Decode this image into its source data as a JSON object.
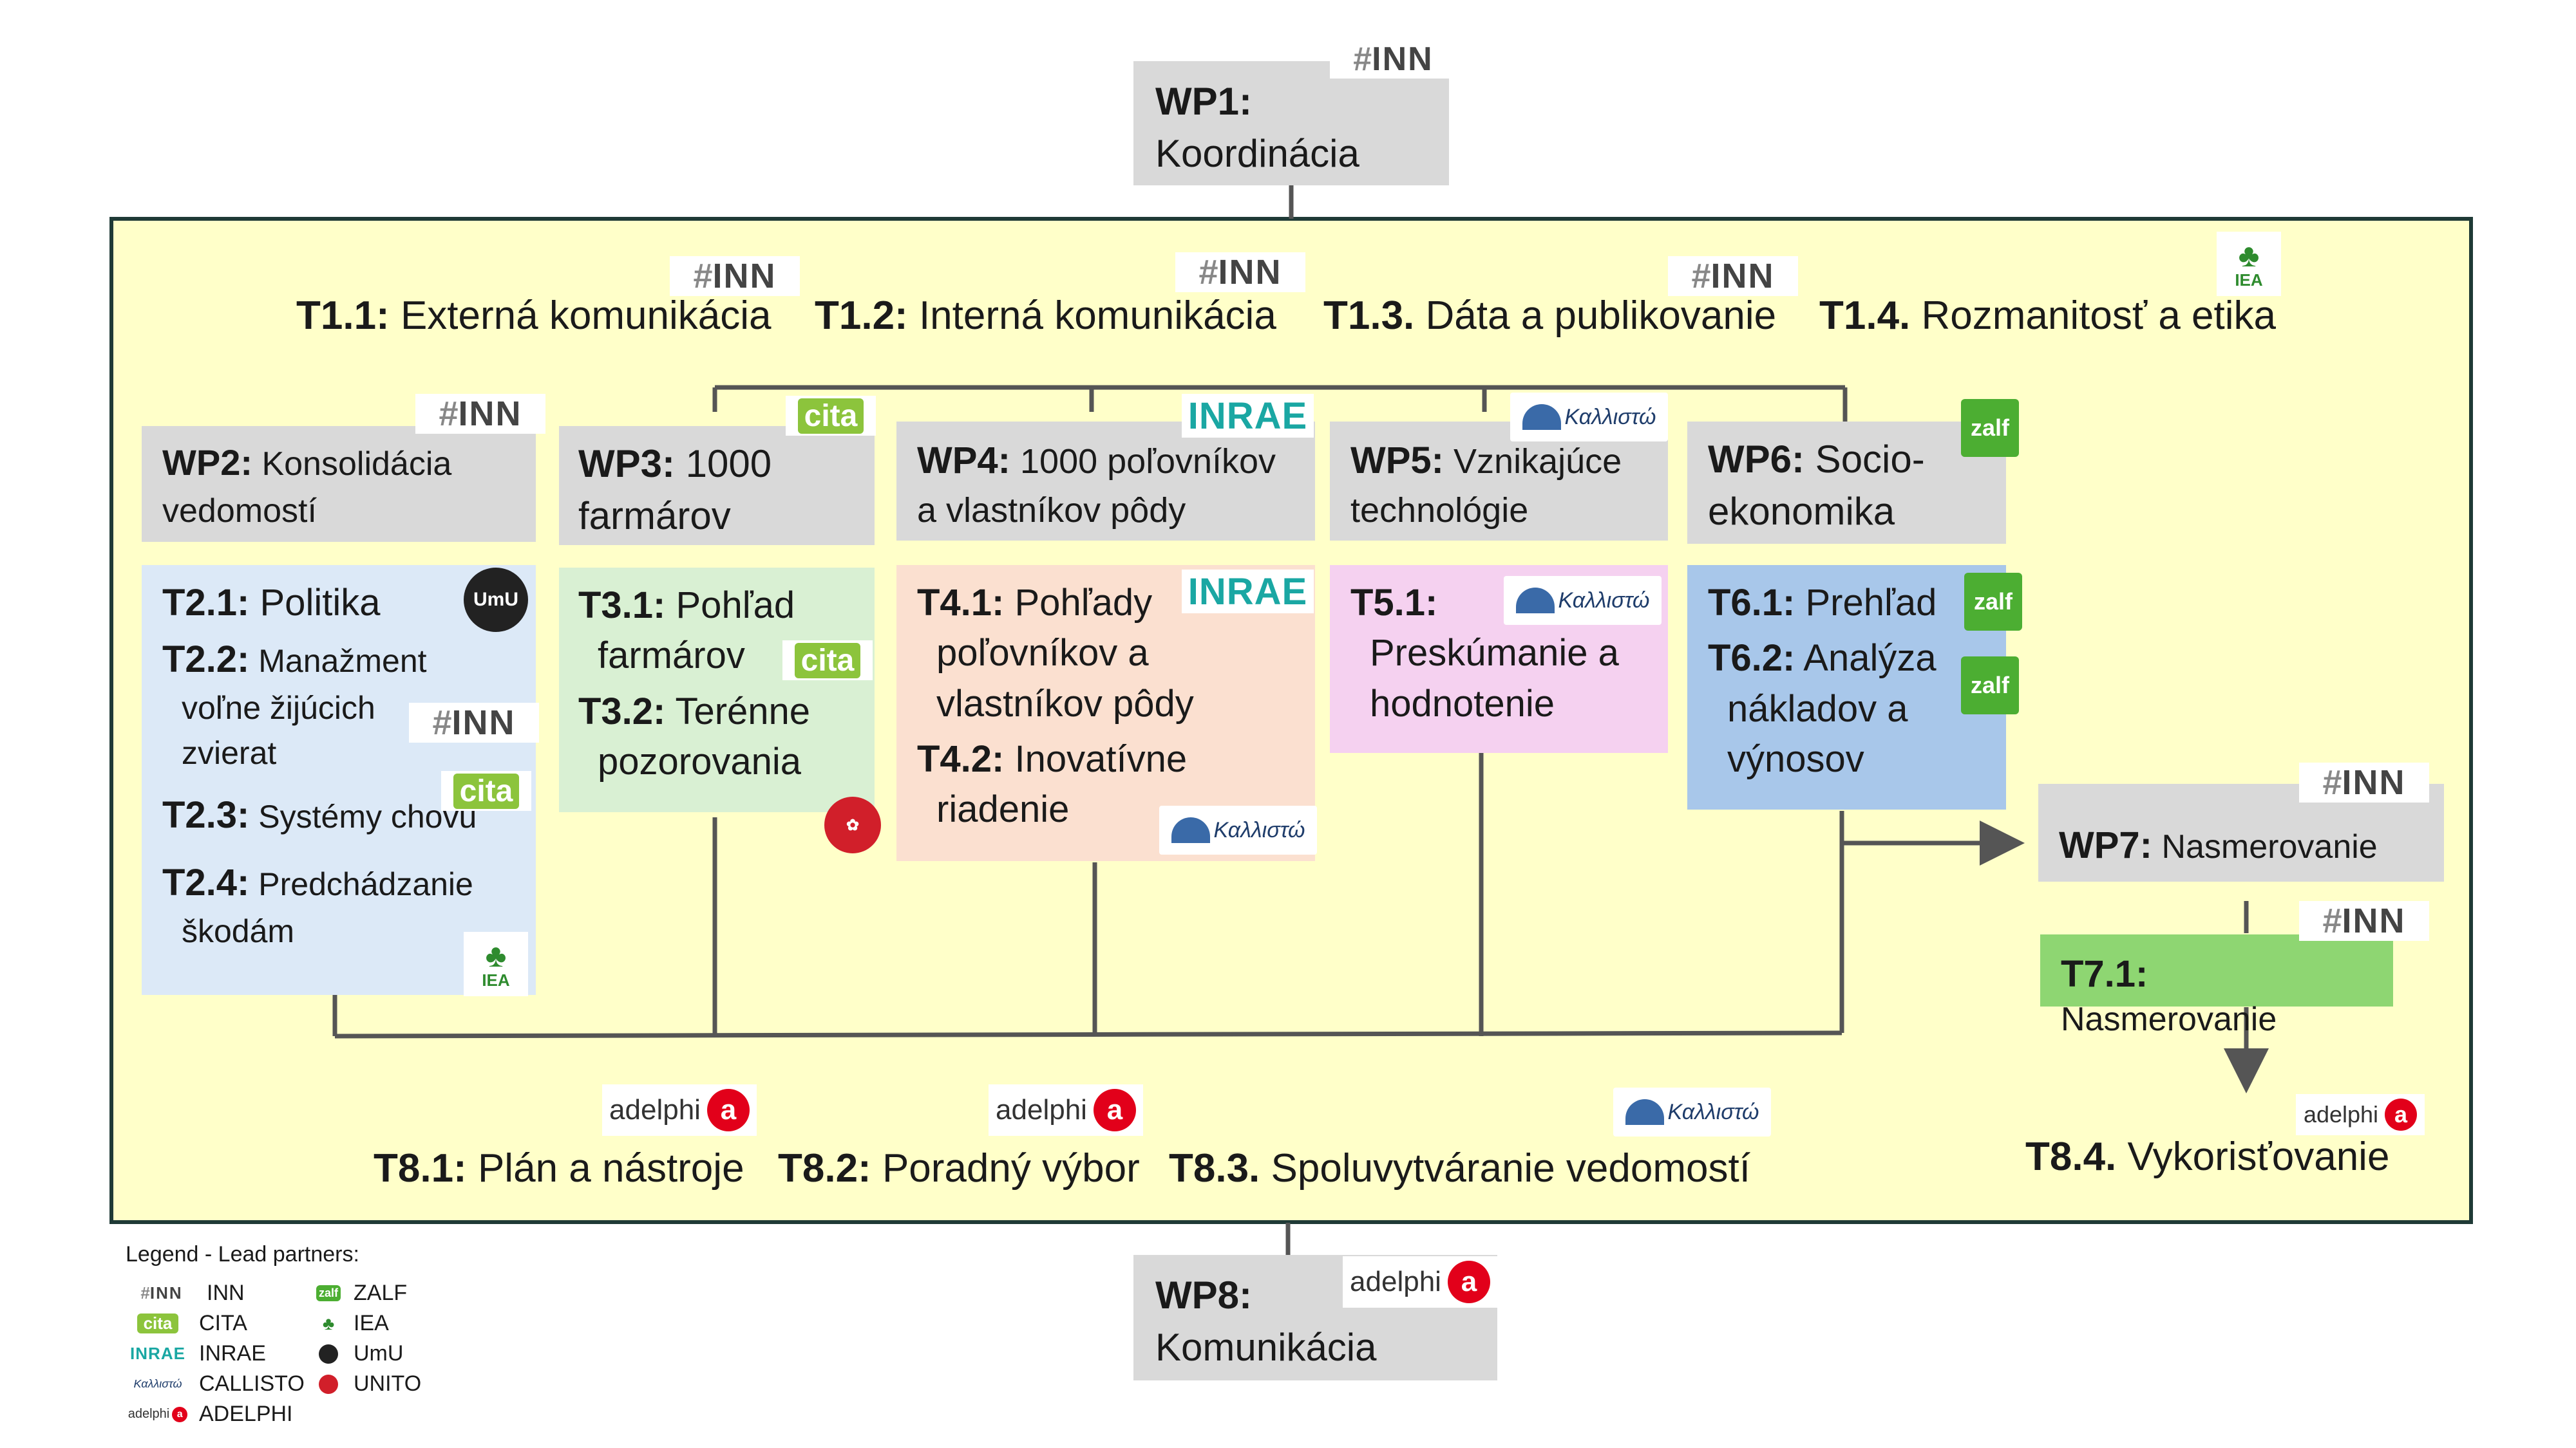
{
  "wp1": {
    "code": "WP1:",
    "title": "Koordinácia"
  },
  "t1": [
    {
      "code": "T1.1:",
      "title": "Externá komunikácia"
    },
    {
      "code": "T1.2:",
      "title": "Interná komunikácia"
    },
    {
      "code": "T1.3.",
      "title": "Dáta a publikovanie"
    },
    {
      "code": "T1.4.",
      "title": "Rozmanitosť a etika"
    }
  ],
  "wp2": {
    "code": "WP2:",
    "title_line1": "Konsolidácia",
    "title_line2": "vedomostí",
    "tasks": [
      {
        "code": "T2.1:",
        "title": "Politika"
      },
      {
        "code": "T2.2:",
        "title_line1": "Manažment",
        "title_line2": "voľne žijúcich",
        "title_line3": "zvierat"
      },
      {
        "code": "T2.3:",
        "title": "Systémy chovu"
      },
      {
        "code": "T2.4:",
        "title_line1": "Predchádzanie",
        "title_line2": "škodám"
      }
    ]
  },
  "wp3": {
    "code": "WP3:",
    "title_line1": "1000",
    "title_line2": "farmárov",
    "tasks": [
      {
        "code": "T3.1:",
        "title_line1": "Pohľad",
        "title_line2": "farmárov"
      },
      {
        "code": "T3.2:",
        "title_line1": "Terénne",
        "title_line2": "pozorovania"
      }
    ]
  },
  "wp4": {
    "code": "WP4:",
    "title_line1": "1000 poľovníkov",
    "title_line2": "a vlastníkov pôdy",
    "tasks": [
      {
        "code": "T4.1:",
        "title_line1": "Pohľady",
        "title_line2": "poľovníkov a",
        "title_line3": "vlastníkov pôdy"
      },
      {
        "code": "T4.2:",
        "title_line1": "Inovatívne",
        "title_line2": "riadenie"
      }
    ]
  },
  "wp5": {
    "code": "WP5:",
    "title_line1": "Vznikajúce",
    "title_line2": "technológie",
    "tasks": [
      {
        "code": "T5.1:",
        "title_line1": "Preskúmanie a",
        "title_line2": "hodnotenie"
      }
    ]
  },
  "wp6": {
    "code": "WP6:",
    "title_line1": "Socio-",
    "title_line2": "ekonomika",
    "tasks": [
      {
        "code": "T6.1:",
        "title": "Prehľad"
      },
      {
        "code": "T6.2:",
        "title_line1": "Analýza",
        "title_line2": "nákladov a",
        "title_line3": "výnosov"
      }
    ]
  },
  "wp7": {
    "code": "WP7:",
    "title": "Nasmerovanie",
    "tasks": [
      {
        "code": "T7.1:",
        "title": "Nasmerovanie"
      }
    ]
  },
  "t8": [
    {
      "code": "T8.1:",
      "title": "Plán a nástroje"
    },
    {
      "code": "T8.2:",
      "title": "Poradný výbor"
    },
    {
      "code": "T8.3.",
      "title": "Spoluvytváranie vedomostí"
    },
    {
      "code": "T8.4.",
      "title": "Vykorisťovanie"
    }
  ],
  "wp8": {
    "code": "WP8:",
    "title": "Komunikácia"
  },
  "logos": {
    "inn": "INN",
    "cita": "cita",
    "inrae": "INRAE",
    "zalf": "zalf",
    "iea": "IEA",
    "callisto": "Καλλιστώ",
    "adelphi": "adelphi",
    "adelphi_a": "a"
  },
  "legend": {
    "title": "Legend - Lead partners:",
    "items": [
      {
        "icon": "inn-logo-icon",
        "label": "INN"
      },
      {
        "icon": "cita-logo-icon",
        "label": "CITA"
      },
      {
        "icon": "inrae-logo-icon",
        "label": "INRAE"
      },
      {
        "icon": "callisto-logo-icon",
        "label": "CALLISTO"
      },
      {
        "icon": "adelphi-logo-icon",
        "label": "ADELPHI"
      },
      {
        "icon": "zalf-logo-icon",
        "label": "ZALF"
      },
      {
        "icon": "iea-logo-icon",
        "label": "IEA"
      },
      {
        "icon": "umu-logo-icon",
        "label": "UmU"
      },
      {
        "icon": "unito-logo-icon",
        "label": "UNITO"
      }
    ]
  },
  "colors": {
    "frame_bg": "#ffffc9",
    "frame_border": "#1f3a36",
    "wp_grey": "#d9d9d9",
    "wp2_tasks": "#dce9f7",
    "wp3_tasks": "#d9f0d3",
    "wp4_tasks": "#fbe0d0",
    "wp5_tasks": "#f5d1f0",
    "wp6_tasks": "#a8c7ea",
    "wp7_task": "#8ed672",
    "line": "#555555"
  }
}
